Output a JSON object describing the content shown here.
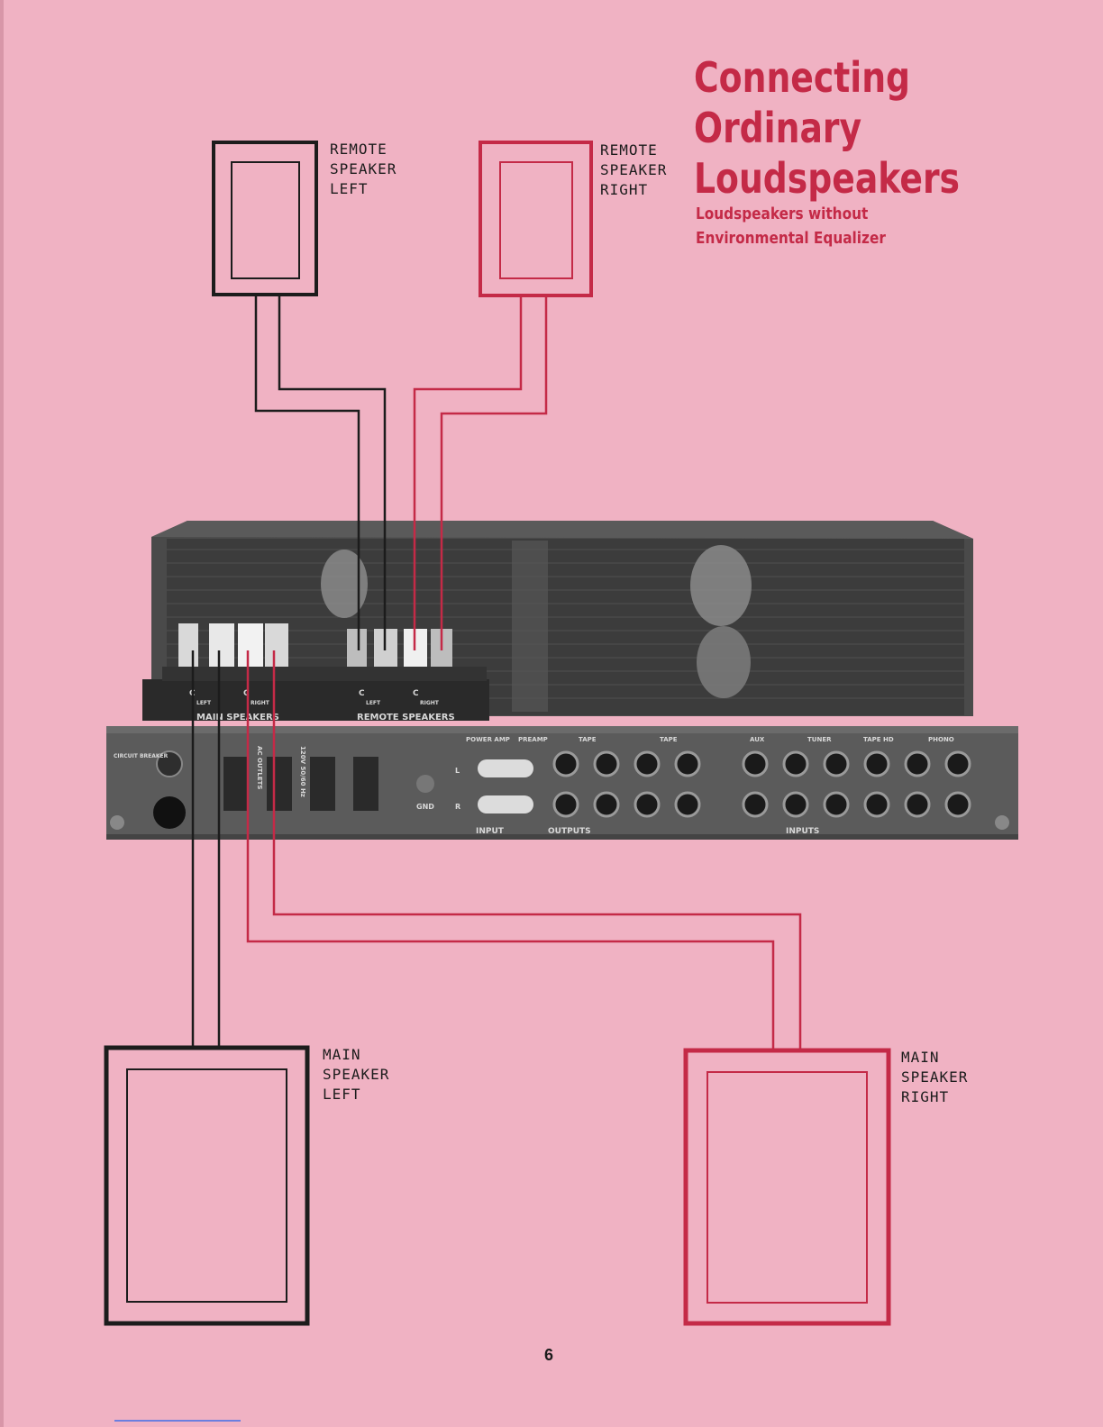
{
  "title": {
    "line1": "Connecting",
    "line2": "Ordinary",
    "line3": "Loudspeakers"
  },
  "subtitle": {
    "line1": "Loudspeakers without",
    "line2": "Environmental Equalizer"
  },
  "speakers": {
    "remote_left": "REMOTE\nSPEAKER\nLEFT",
    "remote_right": "REMOTE\nSPEAKER\nRIGHT",
    "main_left": "MAIN\nSPEAKER\nLEFT",
    "main_right": "MAIN\nSPEAKER\nRIGHT"
  },
  "amplifier": {
    "main_speakers": "MAIN SPEAKERS",
    "remote_speakers": "REMOTE SPEAKERS",
    "terminal_common": "C",
    "terminal_left": "LEFT",
    "terminal_right": "RIGHT",
    "circuit_breaker": "CIRCUIT BREAKER",
    "ac_outlets": "AC OUTLETS",
    "power_rating": "120V 50/60 Hz",
    "gnd": "GND",
    "power_amp": "POWER AMP",
    "preamp": "PREAMP",
    "tape1": "TAPE",
    "tape2": "TAPE",
    "aux": "AUX",
    "tuner": "TUNER",
    "tape_hd": "TAPE HD",
    "phono": "PHONO",
    "input": "INPUT",
    "outputs": "OUTPUTS",
    "inputs": "INPUTS",
    "channel_l": "L",
    "channel_r": "R"
  },
  "page_number": "6",
  "colors": {
    "background": "#f0b2c3",
    "accent_red": "#c42a47",
    "black": "#1c1c1c"
  }
}
